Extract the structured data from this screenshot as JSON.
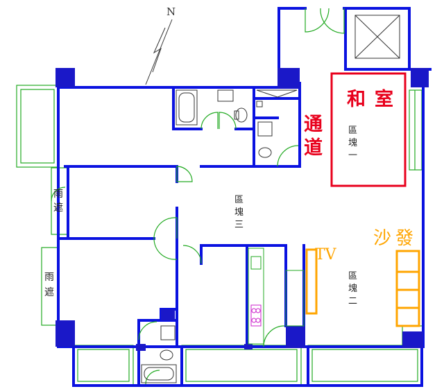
{
  "labels": {
    "north": "N",
    "washitsu": [
      "和",
      "室"
    ],
    "passage": [
      "通",
      "道"
    ],
    "sofa": [
      "沙",
      "發"
    ],
    "tv": "TV",
    "block1": [
      "區",
      "塊",
      "一"
    ],
    "block2": [
      "區",
      "塊",
      "二"
    ],
    "block3": [
      "區",
      "塊",
      "三"
    ],
    "rain_shelter_top": [
      "雨",
      "遮"
    ],
    "rain_shelter_bottom": [
      "雨",
      "遮"
    ]
  },
  "colors": {
    "wall": "#0a12e0",
    "wall_fill": "#1a18c8",
    "fixture": "#22aa22",
    "highlight_red": "#e8001c",
    "highlight_orange": "#ffa500",
    "stove": "#cc22cc"
  }
}
